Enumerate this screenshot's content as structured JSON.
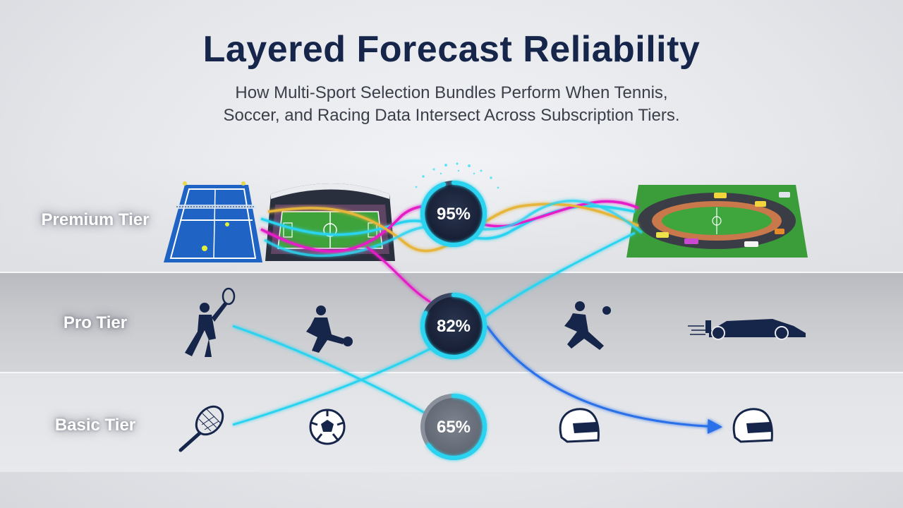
{
  "header": {
    "title": "Layered Forecast Reliability",
    "subtitle_line1": "How Multi-Sport Selection Bundles Perform When Tennis,",
    "subtitle_line2": "Soccer, and Racing Data Intersect Across Subscription Tiers."
  },
  "tiers": [
    {
      "label": "Premium Tier",
      "reliability": "95%",
      "value": 95
    },
    {
      "label": "Pro Tier",
      "reliability": "82%",
      "value": 82
    },
    {
      "label": "Basic Tier",
      "reliability": "65%",
      "value": 65
    }
  ],
  "icons": {
    "premium": [
      "tennis-court-icon",
      "soccer-stadium-icon",
      "race-track-icon"
    ],
    "pro": [
      "tennis-player-icon",
      "soccer-player-icon",
      "soccer-player-kicking-icon",
      "race-car-icon"
    ],
    "basic": [
      "tennis-racket-icon",
      "soccer-ball-icon",
      "racing-helmet-icon",
      "racing-helmet-icon"
    ]
  },
  "colors": {
    "title": "#16254a",
    "cyan": "#2ad4f0",
    "magenta": "#e51fc8",
    "gold": "#e6b53a",
    "blue": "#2a6fe8",
    "navy": "#16254a"
  }
}
